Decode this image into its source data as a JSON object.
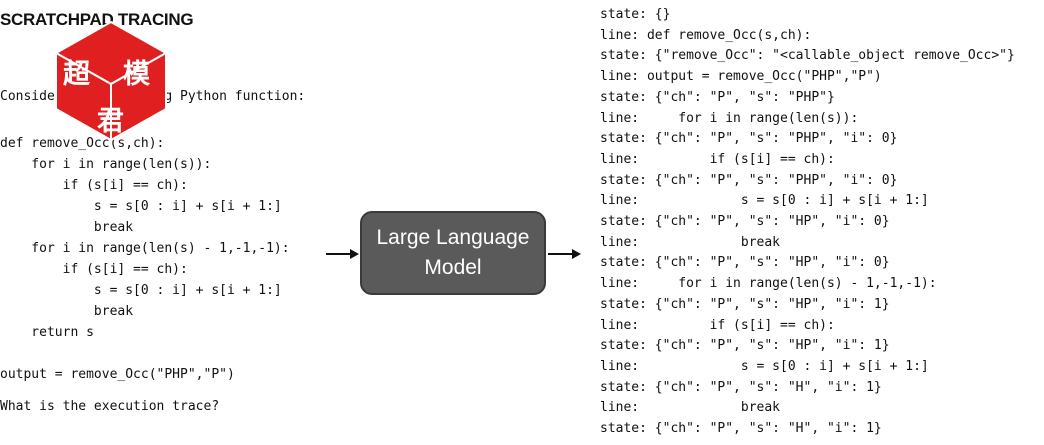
{
  "heading": "SCRATCHPAD TRACING",
  "prompt": {
    "intro": "Consider the following Python function:",
    "question": "What is the execution trace?"
  },
  "code_lines": [
    "def remove_Occ(s,ch):",
    "    for i in range(len(s)):",
    "        if (s[i] == ch):",
    "            s = s[0 : i] + s[i + 1:]",
    "            break",
    "    for i in range(len(s) - 1,-1,-1):",
    "        if (s[i] == ch):",
    "            s = s[0 : i] + s[i + 1:]",
    "            break",
    "    return s",
    "",
    "output = remove_Occ(\"PHP\",\"P\")"
  ],
  "model": {
    "line1": "Large Language",
    "line2": "Model"
  },
  "logo": {
    "chars": [
      "超",
      "模",
      "君"
    ],
    "color": "#e02020"
  },
  "trace_lines": [
    "state: {}",
    "line: def remove_Occ(s,ch):",
    "state: {\"remove_Occ\": \"<callable_object remove_Occ>\"}",
    "line: output = remove_Occ(\"PHP\",\"P\")",
    "state: {\"ch\": \"P\", \"s\": \"PHP\"}",
    "line:     for i in range(len(s)):",
    "state: {\"ch\": \"P\", \"s\": \"PHP\", \"i\": 0}",
    "line:         if (s[i] == ch):",
    "state: {\"ch\": \"P\", \"s\": \"PHP\", \"i\": 0}",
    "line:             s = s[0 : i] + s[i + 1:]",
    "state: {\"ch\": \"P\", \"s\": \"HP\", \"i\": 0}",
    "line:             break",
    "state: {\"ch\": \"P\", \"s\": \"HP\", \"i\": 0}",
    "line:     for i in range(len(s) - 1,-1,-1):",
    "state: {\"ch\": \"P\", \"s\": \"HP\", \"i\": 1}",
    "line:         if (s[i] == ch):",
    "state: {\"ch\": \"P\", \"s\": \"HP\", \"i\": 1}",
    "line:             s = s[0 : i] + s[i + 1:]",
    "state: {\"ch\": \"P\", \"s\": \"H\", \"i\": 1}",
    "line:             break",
    "state: {\"ch\": \"P\", \"s\": \"H\", \"i\": 1}"
  ]
}
